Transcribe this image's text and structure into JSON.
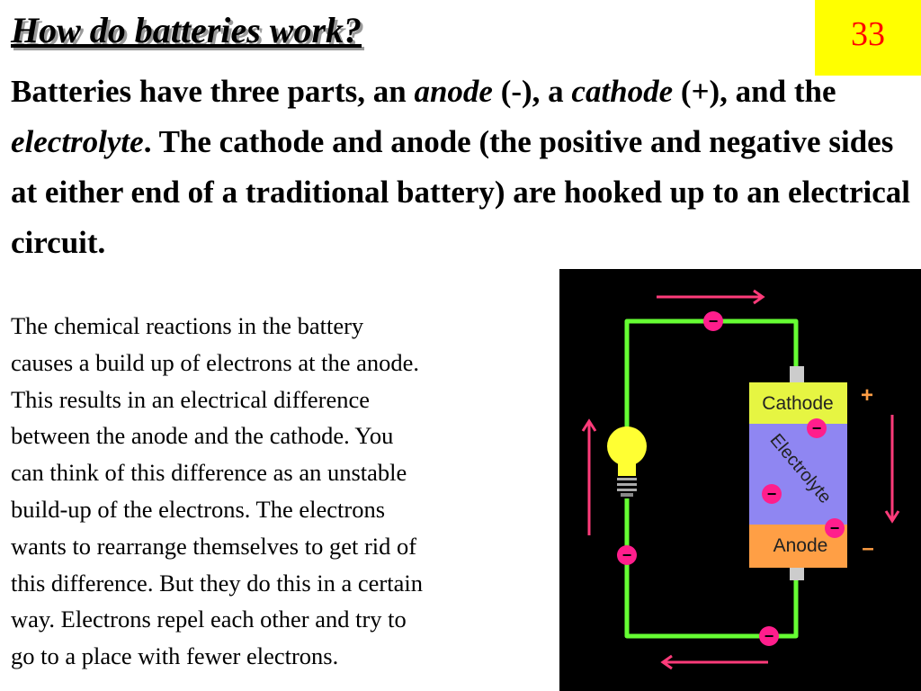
{
  "slide": {
    "title": "How do batteries work?",
    "page_number": "33"
  },
  "intro": {
    "part1": "Batteries have three parts, an ",
    "anode": "anode",
    "part2": " (-), a ",
    "cathode": "cathode",
    "part3": " (+), and the ",
    "electrolyte": "electrolyte",
    "part4": ". The cathode and anode (the positive and negative sides at either end of a traditional battery) are hooked up to an electrical circuit."
  },
  "body_lines": [
    "The chemical reactions in the battery",
    "causes a build up of electrons at the anode.",
    "This results in an electrical difference",
    "between the anode and the cathode. You",
    "can think of this difference as an unstable",
    "build-up of the electrons. The electrons",
    "wants to rearrange themselves to get rid of",
    "this difference. But they do this in a certain",
    "way. Electrons repel each other and try to",
    "go to a place with fewer electrons."
  ],
  "diagram": {
    "cathode_label": "Cathode",
    "electrolyte_label": "Electrolyte",
    "anode_label": "Anode",
    "plus_sign": "+",
    "minus_sign": "–",
    "electron_symbol": "−",
    "colors": {
      "background": "#000000",
      "wire": "#66ff33",
      "cathode": "#e6f542",
      "electrolyte": "#8f86f2",
      "anode": "#ff9f45",
      "electron": "#ff1e8c",
      "arrow": "#ff3b7a",
      "bulb": "#ffff33",
      "terminal": "#cccccc"
    }
  }
}
